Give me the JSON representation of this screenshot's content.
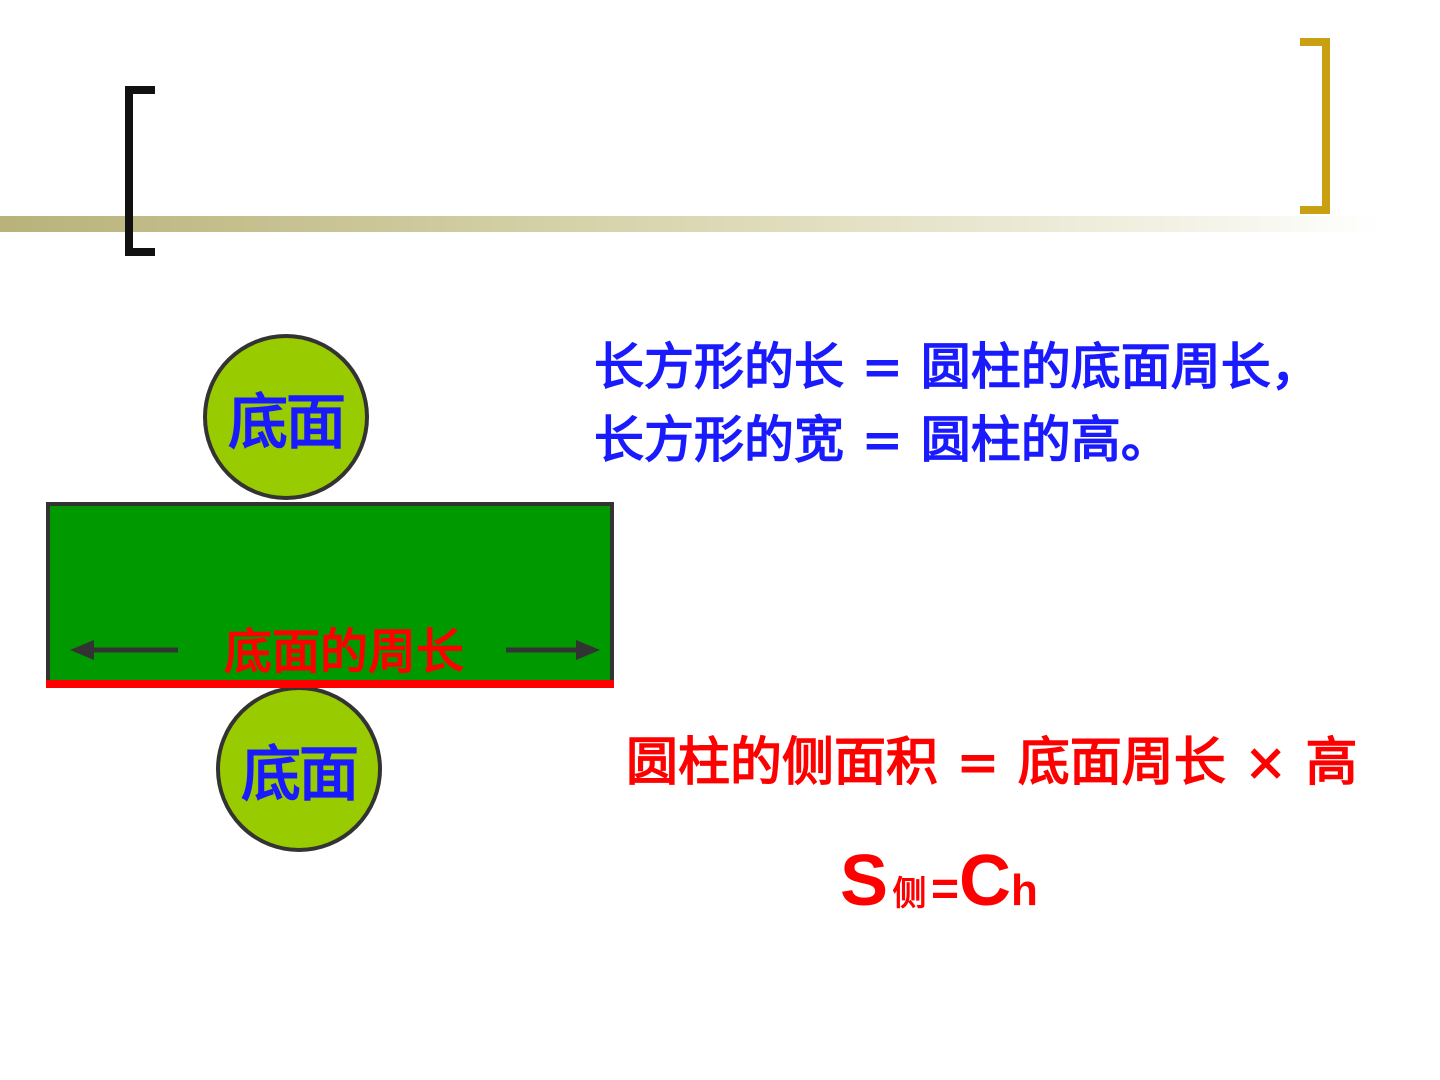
{
  "diagram": {
    "circle_top_label": "底面",
    "circle_bottom_label": "底面",
    "perimeter_label": "底面的周长"
  },
  "text": {
    "line1": "长方形的长 = 圆柱的底面周长，",
    "line2": "长方形的宽 = 圆柱的高。",
    "formula_text": "圆柱的侧面积 = 底面周长 × 高",
    "formula_symbol": {
      "s": "S",
      "sub": "侧",
      "eq": "=",
      "c": "C",
      "h": "h"
    }
  },
  "colors": {
    "circle_fill": "#99cc00",
    "rect_fill": "#009900",
    "blue_text": "#1a1aff",
    "red_text": "#ff0000",
    "left_bracket": "#111111",
    "right_bracket": "#c9a012"
  }
}
